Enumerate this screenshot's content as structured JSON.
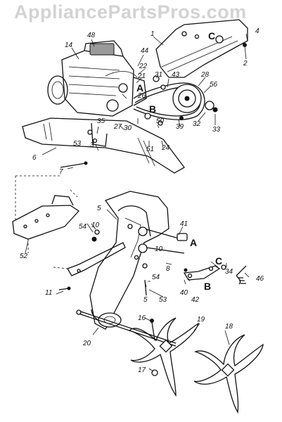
{
  "watermark": "AppliancePartsPros.com",
  "letters": [
    "A",
    "C",
    "B",
    "A",
    "C",
    "B"
  ],
  "parts": [
    "1",
    "2",
    "4",
    "14",
    "48",
    "44",
    "22",
    "21",
    "31",
    "43",
    "28",
    "56",
    "26",
    "20",
    "27",
    "30",
    "50",
    "39",
    "32",
    "33",
    "35",
    "3",
    "53",
    "6",
    "51",
    "24",
    "7",
    "52",
    "54",
    "10",
    "5",
    "41",
    "8",
    "34",
    "46",
    "11",
    "40",
    "42",
    "16",
    "19",
    "18",
    "17"
  ]
}
